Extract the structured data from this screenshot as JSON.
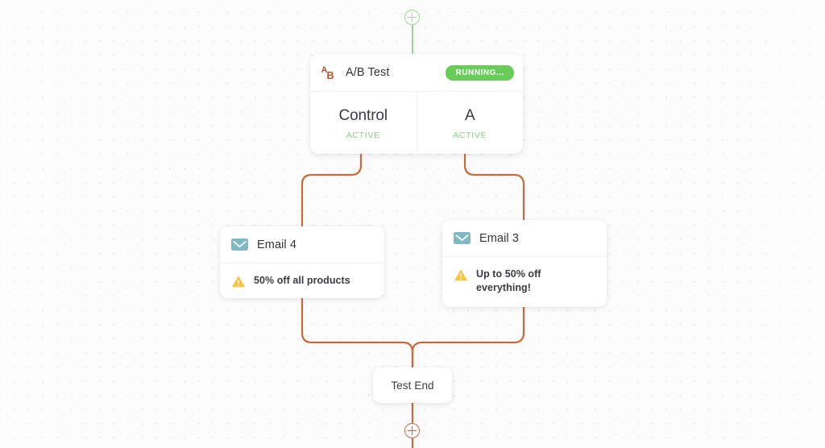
{
  "canvas": {
    "background_color": "#fcfcfd",
    "dot_color": "#e7e7ea"
  },
  "colors": {
    "edge_orange": "#c96a3c",
    "edge_green": "#9fd39a",
    "badge_green": "#68cc58",
    "status_green": "#8bd083",
    "envelope_teal": "#7fb9c6",
    "warning_amber": "#f5c445",
    "ab_icon_orange": "#c2522a"
  },
  "flow": {
    "top_handle": {
      "icon": "plus-icon",
      "label": "+"
    },
    "bottom_handle": {
      "icon": "plus-icon",
      "label": "+"
    }
  },
  "ab_test": {
    "icon": "ab-test-icon",
    "icon_letters": {
      "a": "A",
      "b": "B"
    },
    "title": "A/B Test",
    "status_badge": "RUNNING...",
    "variants": [
      {
        "name": "Control",
        "status": "ACTIVE"
      },
      {
        "name": "A",
        "status": "ACTIVE"
      }
    ]
  },
  "email_left": {
    "icon": "envelope-icon",
    "title": "Email 4",
    "warning_icon": "warning-triangle-icon",
    "subject": "50% off all products"
  },
  "email_right": {
    "icon": "envelope-icon",
    "title": "Email 3",
    "warning_icon": "warning-triangle-icon",
    "subject": "Up to 50% off everything!"
  },
  "test_end": {
    "label": "Test End"
  }
}
